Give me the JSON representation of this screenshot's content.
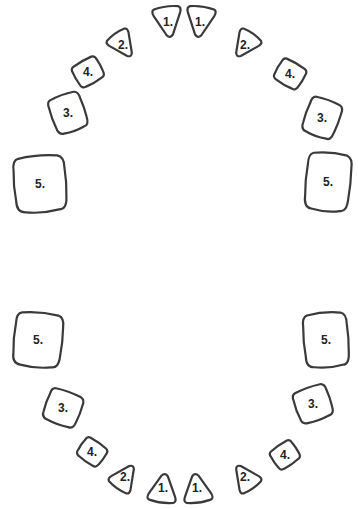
{
  "diagram": {
    "nodes": [
      {
        "text": [
          "1."
        ]
      },
      {
        "text": [
          "1."
        ]
      },
      {
        "text": [
          "2."
        ]
      },
      {
        "text": [
          "2."
        ]
      },
      {
        "text": [
          "4."
        ]
      },
      {
        "text": [
          "4."
        ]
      },
      {
        "text": [
          "3."
        ]
      },
      {
        "text": [
          "3."
        ]
      },
      {
        "text": [
          "5."
        ]
      },
      {
        "text": [
          "5."
        ]
      },
      {
        "text": [
          "5."
        ]
      },
      {
        "text": [
          "5."
        ]
      },
      {
        "text": [
          "3."
        ]
      },
      {
        "text": [
          "3."
        ]
      },
      {
        "text": [
          "4."
        ]
      },
      {
        "text": [
          "4."
        ]
      },
      {
        "text": [
          "2."
        ]
      },
      {
        "text": [
          "2."
        ]
      },
      {
        "text": [
          "1."
        ]
      },
      {
        "text": [
          "1."
        ]
      }
    ]
  }
}
